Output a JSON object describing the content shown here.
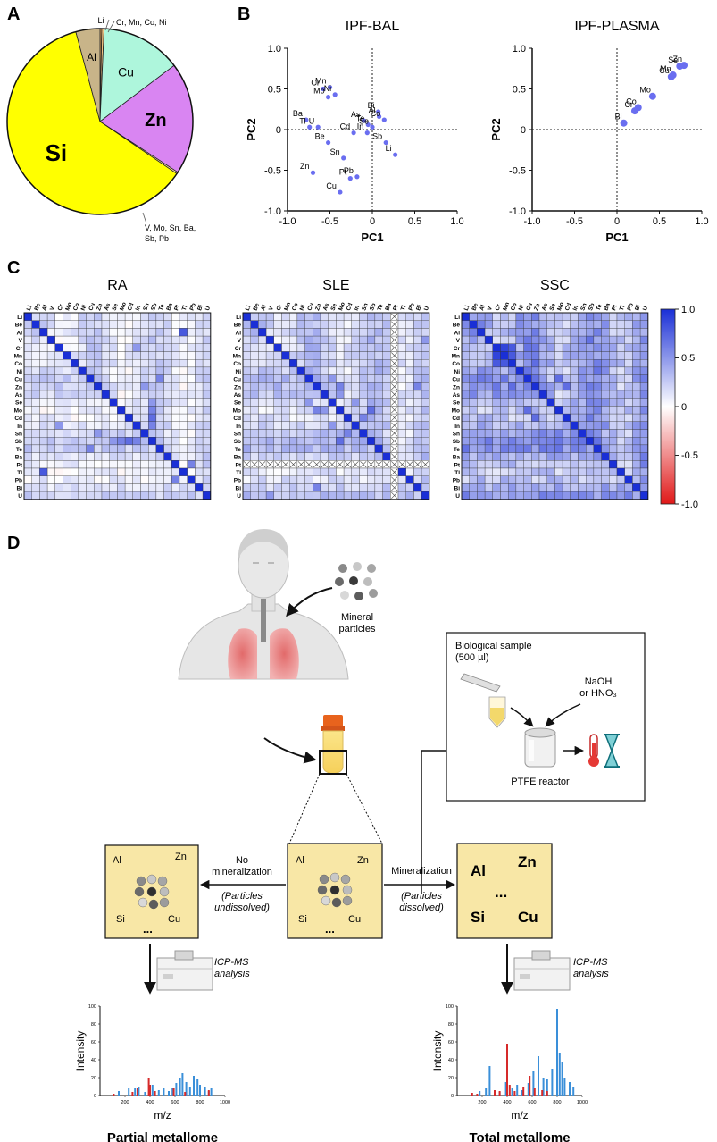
{
  "panel_labels": {
    "a": "A",
    "b": "B",
    "c": "C",
    "d": "D"
  },
  "colors": {
    "dot": "#6a6ef0",
    "heat_pos": "#1a2fd6",
    "heat_neg": "#e01818",
    "beige": "#f8e7a6",
    "pie_si": "#ffff00",
    "pie_zn": "#d985f2",
    "pie_cu": "#aef6dc",
    "pie_al": "#c8b489"
  },
  "pie": {
    "slices": [
      {
        "label": "Si",
        "value": 61.3
      },
      {
        "label": "Zn",
        "value": 19.5
      },
      {
        "label": "Cu",
        "value": 14.0
      },
      {
        "label": "Al",
        "value": 4.2
      },
      {
        "label": "Li",
        "value": 0.3
      },
      {
        "label": "Cr, Mn, Co, Ni",
        "value": 0.4
      },
      {
        "label": "V, Mo, Sn, Ba, Sb, Pb",
        "value": 0.3
      }
    ],
    "callout_top_left": "Li",
    "callout_top_right": "Cr, Mn, Co, Ni",
    "callout_bottom_1": "V, Mo, Sn, Ba,",
    "callout_bottom_2": "Sb, Pb"
  },
  "chart_data": [
    {
      "type": "scatter",
      "title": "IPF-BAL",
      "xlabel": "PC1",
      "ylabel": "PC2",
      "xlim": [
        -1.0,
        1.0
      ],
      "ylim": [
        -1.0,
        1.0
      ],
      "ticks": [
        "-1.0",
        "-0.5",
        "0",
        "0.5",
        "1.0"
      ],
      "points": [
        {
          "label": "Cr",
          "x": -0.58,
          "y": 0.5
        },
        {
          "label": "Mn",
          "x": -0.5,
          "y": 0.52
        },
        {
          "label": "Ni",
          "x": -0.44,
          "y": 0.43
        },
        {
          "label": "Mo",
          "x": -0.52,
          "y": 0.4
        },
        {
          "label": "Ba",
          "x": -0.78,
          "y": 0.12
        },
        {
          "label": "Tl",
          "x": -0.74,
          "y": 0.03
        },
        {
          "label": "U",
          "x": -0.64,
          "y": 0.03
        },
        {
          "label": "Be",
          "x": -0.52,
          "y": -0.16
        },
        {
          "label": "Bi",
          "x": 0.07,
          "y": 0.22
        },
        {
          "label": "Al",
          "x": 0.08,
          "y": 0.16
        },
        {
          "label": "As",
          "x": -0.1,
          "y": 0.11
        },
        {
          "label": "Co",
          "x": 0.14,
          "y": 0.12
        },
        {
          "label": "Te",
          "x": -0.05,
          "y": 0.06
        },
        {
          "label": "Se",
          "x": 0.0,
          "y": 0.03
        },
        {
          "label": "Cd",
          "x": -0.22,
          "y": -0.04
        },
        {
          "label": "In",
          "x": -0.06,
          "y": -0.04
        },
        {
          "label": "Sb",
          "x": 0.16,
          "y": -0.16
        },
        {
          "label": "Li",
          "x": 0.27,
          "y": -0.31
        },
        {
          "label": "Sn",
          "x": -0.34,
          "y": -0.35
        },
        {
          "label": "Zn",
          "x": -0.7,
          "y": -0.53
        },
        {
          "label": "Pt",
          "x": -0.26,
          "y": -0.6
        },
        {
          "label": "Pb",
          "x": -0.18,
          "y": -0.58
        },
        {
          "label": "Cu",
          "x": -0.38,
          "y": -0.77
        }
      ]
    },
    {
      "type": "scatter",
      "title": "IPF-PLASMA",
      "xlabel": "PC1",
      "ylabel": "PC2",
      "xlim": [
        -1.0,
        1.0
      ],
      "ylim": [
        -1.0,
        1.0
      ],
      "ticks": [
        "-1.0",
        "-0.5",
        "0",
        "0.5",
        "1.0"
      ],
      "points": [
        {
          "label": "Se",
          "x": 0.74,
          "y": 0.78
        },
        {
          "label": "Zn",
          "x": 0.79,
          "y": 0.79
        },
        {
          "label": "Mn",
          "x": 0.66,
          "y": 0.67
        },
        {
          "label": "Cu",
          "x": 0.64,
          "y": 0.65
        },
        {
          "label": "Mo",
          "x": 0.42,
          "y": 0.41
        },
        {
          "label": "Co",
          "x": 0.25,
          "y": 0.27
        },
        {
          "label": "Cr",
          "x": 0.21,
          "y": 0.23
        },
        {
          "label": "Bi",
          "x": 0.08,
          "y": 0.08
        }
      ]
    },
    {
      "type": "heatmap",
      "title": "RA",
      "elements": [
        "Li",
        "Be",
        "Al",
        "V",
        "Cr",
        "Mn",
        "Co",
        "Ni",
        "Cu",
        "Zn",
        "As",
        "Se",
        "Mo",
        "Cd",
        "In",
        "Sn",
        "Sb",
        "Te",
        "Ba",
        "Pt",
        "Tl",
        "Pb",
        "Bi",
        "U"
      ],
      "column_labels": [
        "Li",
        "Be",
        "Al",
        "V",
        "Cr",
        "Mn",
        "Co",
        "Ni",
        "Cu",
        "Zn",
        "As",
        "Se",
        "Mo",
        "Cd",
        "In",
        "Sn",
        "Sb",
        "Te",
        "Ba",
        "Pt",
        "Tl",
        "Pb",
        "Bi",
        "U"
      ],
      "diagonal": 1.0,
      "strong_pairs": [
        [
          2,
          20,
          0.8
        ],
        [
          8,
          17,
          0.6
        ],
        [
          9,
          15,
          0.5
        ],
        [
          11,
          16,
          0.5
        ],
        [
          12,
          16,
          0.6
        ],
        [
          13,
          16,
          0.7
        ],
        [
          14,
          16,
          0.6
        ],
        [
          4,
          14,
          0.5
        ],
        [
          19,
          21,
          0.6
        ]
      ],
      "off_diagonal_range": [
        -0.05,
        0.35
      ],
      "missing_elements": []
    },
    {
      "type": "heatmap",
      "title": "SLE",
      "elements": [
        "Li",
        "Be",
        "Al",
        "V",
        "Cr",
        "Mn",
        "Co",
        "Ni",
        "Cu",
        "Zn",
        "As",
        "Se",
        "Mo",
        "Cd",
        "In",
        "Sn",
        "Sb",
        "Te",
        "Ba",
        "Pt",
        "Tl",
        "Pb",
        "Bi",
        "U"
      ],
      "column_labels": [
        "Li",
        "Be",
        "Al",
        "V",
        "Cr",
        "Mn",
        "Co",
        "Ni",
        "Cu",
        "Zn",
        "As",
        "Se",
        "Mo",
        "Cd",
        "In",
        "Sn",
        "Sb",
        "Te",
        "Ba",
        "Pt",
        "Tl",
        "Pb",
        "Bi",
        "U"
      ],
      "diagonal": 1.0,
      "strong_pairs": [
        [
          9,
          12,
          0.6
        ],
        [
          10,
          12,
          0.5
        ],
        [
          11,
          14,
          0.5
        ],
        [
          12,
          16,
          0.7
        ],
        [
          13,
          15,
          0.6
        ],
        [
          8,
          11,
          0.5
        ],
        [
          9,
          22,
          0.6
        ],
        [
          3,
          23,
          0.5
        ]
      ],
      "off_diagonal_range": [
        0.0,
        0.45
      ],
      "missing_elements": [
        "Pt"
      ]
    },
    {
      "type": "heatmap",
      "title": "SSC",
      "elements": [
        "Li",
        "Be",
        "Al",
        "V",
        "Cr",
        "Mn",
        "Co",
        "Ni",
        "Cu",
        "Zn",
        "As",
        "Se",
        "Mo",
        "Cd",
        "In",
        "Sn",
        "Sb",
        "Te",
        "Ba",
        "Pt",
        "Tl",
        "Pb",
        "Bi",
        "U"
      ],
      "column_labels": [
        "Li",
        "Be",
        "Al",
        "V",
        "Cr",
        "Mn",
        "Co",
        "Ni",
        "Cu",
        "Zn",
        "As",
        "Se",
        "Mo",
        "Cd",
        "In",
        "Sn",
        "Sb",
        "Te",
        "Ba",
        "Pt",
        "Tl",
        "Pb",
        "Bi",
        "U"
      ],
      "diagonal": 1.0,
      "strong_pairs": [
        [
          4,
          5,
          0.9
        ],
        [
          4,
          6,
          0.8
        ],
        [
          5,
          6,
          0.8
        ],
        [
          6,
          9,
          0.7
        ],
        [
          8,
          12,
          0.7
        ],
        [
          9,
          13,
          0.7
        ],
        [
          11,
          16,
          0.6
        ]
      ],
      "off_diagonal_range": [
        0.1,
        0.7
      ],
      "missing_elements": []
    }
  ],
  "colorbar": {
    "ticks": [
      "1.0",
      "0.5",
      "0",
      "-0.5",
      "-1.0"
    ]
  },
  "diagram": {
    "mineral_particles": "Mineral\nparticles",
    "box_title": "Biological sample\n(500 µl)",
    "reagent": "NaOH\nor HNO₃",
    "reactor": "PTFE reactor",
    "left_arrow_label": "No\nmineralization",
    "left_arrow_note": "(Particles\nundissolved)",
    "right_arrow_label": "Mineralization",
    "right_arrow_note": "(Particles\ndissolved)",
    "elements": {
      "al": "Al",
      "zn": "Zn",
      "si": "Si",
      "cu": "Cu",
      "dots": "..."
    },
    "icp_left": "ICP-MS\nanalysis",
    "icp_right": "ICP-MS\nanalysis"
  },
  "spectra": [
    {
      "title": "Partial metallome",
      "xlabel": "m/z",
      "ylabel": "Intensity",
      "xticks": [
        "200",
        "400",
        "600",
        "800",
        "1000"
      ],
      "yticks": [
        "0",
        "20",
        "40",
        "60",
        "80",
        "100"
      ],
      "blue": [
        [
          150,
          5
        ],
        [
          230,
          8
        ],
        [
          280,
          8
        ],
        [
          310,
          10
        ],
        [
          360,
          4
        ],
        [
          420,
          12
        ],
        [
          470,
          6
        ],
        [
          510,
          8
        ],
        [
          550,
          5
        ],
        [
          580,
          8
        ],
        [
          610,
          14
        ],
        [
          640,
          20
        ],
        [
          660,
          25
        ],
        [
          690,
          15
        ],
        [
          720,
          10
        ],
        [
          750,
          22
        ],
        [
          780,
          18
        ],
        [
          800,
          12
        ],
        [
          840,
          10
        ],
        [
          870,
          5
        ],
        [
          890,
          8
        ]
      ],
      "red": [
        [
          110,
          2
        ],
        [
          260,
          4
        ],
        [
          300,
          8
        ],
        [
          390,
          20
        ],
        [
          400,
          12
        ],
        [
          440,
          5
        ],
        [
          590,
          8
        ],
        [
          680,
          4
        ],
        [
          870,
          6
        ]
      ]
    },
    {
      "title": "Total metallome",
      "xlabel": "m/z",
      "ylabel": "Intensity",
      "xticks": [
        "200",
        "400",
        "600",
        "800",
        "1000"
      ],
      "yticks": [
        "0",
        "20",
        "40",
        "60",
        "80",
        "100"
      ],
      "blue": [
        [
          180,
          5
        ],
        [
          230,
          8
        ],
        [
          260,
          33
        ],
        [
          300,
          6
        ],
        [
          340,
          4
        ],
        [
          390,
          15
        ],
        [
          440,
          8
        ],
        [
          480,
          12
        ],
        [
          520,
          6
        ],
        [
          570,
          14
        ],
        [
          610,
          28
        ],
        [
          650,
          44
        ],
        [
          690,
          20
        ],
        [
          720,
          18
        ],
        [
          760,
          30
        ],
        [
          800,
          97
        ],
        [
          820,
          48
        ],
        [
          840,
          38
        ],
        [
          860,
          20
        ],
        [
          900,
          15
        ],
        [
          930,
          10
        ]
      ],
      "red": [
        [
          120,
          3
        ],
        [
          160,
          2
        ],
        [
          300,
          6
        ],
        [
          340,
          5
        ],
        [
          400,
          58
        ],
        [
          420,
          12
        ],
        [
          460,
          5
        ],
        [
          530,
          10
        ],
        [
          580,
          22
        ],
        [
          620,
          8
        ],
        [
          680,
          6
        ],
        [
          720,
          5
        ]
      ]
    }
  ]
}
